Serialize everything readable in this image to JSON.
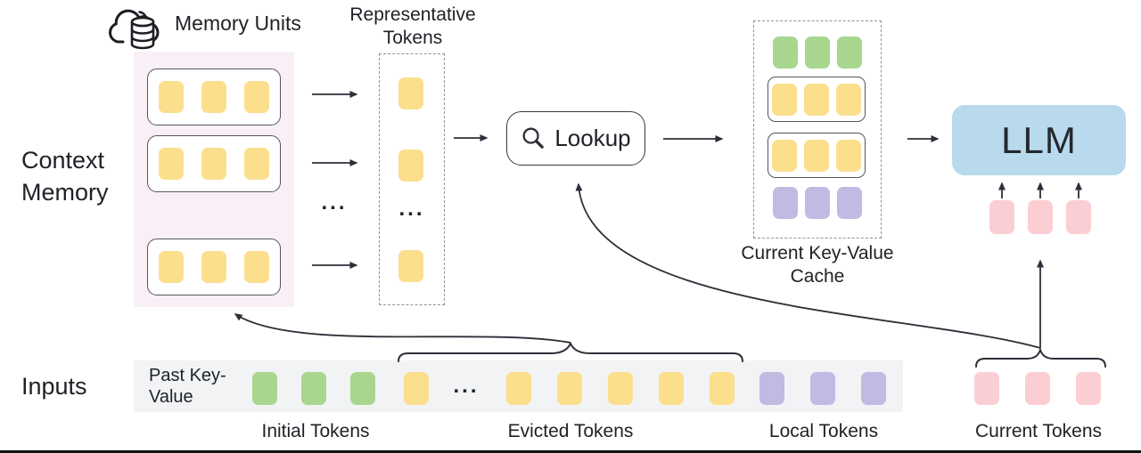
{
  "colors": {
    "yellow": "#FBDF8D",
    "green": "#A7D78F",
    "purple": "#BFBBE2",
    "pink": "#FBCED4",
    "llm_blue": "#B9D9EC",
    "memory_bg": "#F9EFF7",
    "strip_bg": "#F2F3F4",
    "line": "#2B3038",
    "text": "#1E2126"
  },
  "labels": {
    "context_memory": "Context Memory",
    "memory_units": "Memory Units",
    "representative_tokens": "Representative Tokens",
    "lookup": "Lookup",
    "current_kv_cache": "Current Key-Value Cache",
    "llm": "LLM",
    "inputs": "Inputs",
    "past_key_value": "Past Key-Value",
    "initial_tokens": "Initial Tokens",
    "evicted_tokens": "Evicted Tokens",
    "local_tokens": "Local Tokens",
    "current_tokens": "Current Tokens",
    "ellipsis": "..."
  },
  "tokens": {
    "memory_row": {
      "count": 3,
      "color": "yellow"
    },
    "rep_single": {
      "count": 1,
      "color": "yellow"
    },
    "cache_green": {
      "count": 3,
      "color": "green"
    },
    "cache_yellow": {
      "count": 3,
      "color": "yellow"
    },
    "cache_purple": {
      "count": 3,
      "color": "purple"
    },
    "initial": {
      "count": 3,
      "color": "green"
    },
    "evicted_head": {
      "count": 1,
      "color": "yellow"
    },
    "evicted_tail": {
      "count": 5,
      "color": "yellow"
    },
    "local": {
      "count": 3,
      "color": "purple"
    },
    "current": {
      "count": 3,
      "color": "pink"
    },
    "llm_inputs": {
      "count": 3,
      "color": "pink"
    }
  }
}
